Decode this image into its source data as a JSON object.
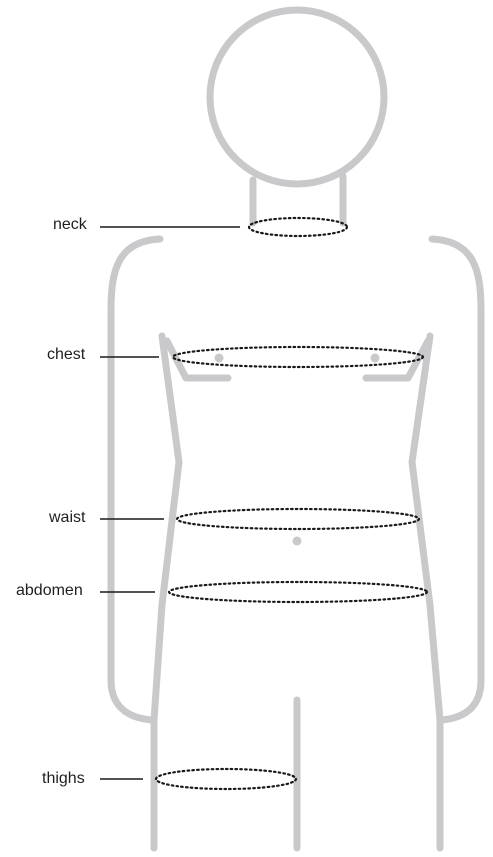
{
  "labels": {
    "neck": "neck",
    "chest": "chest",
    "waist": "waist",
    "abdomen": "abdomen",
    "thighs": "thighs"
  },
  "colors": {
    "body_outline": "#c9c9cb",
    "measure_loop": "#1a1a1a",
    "leader_line": "#1a1a1a",
    "text": "#1f1f1f"
  }
}
